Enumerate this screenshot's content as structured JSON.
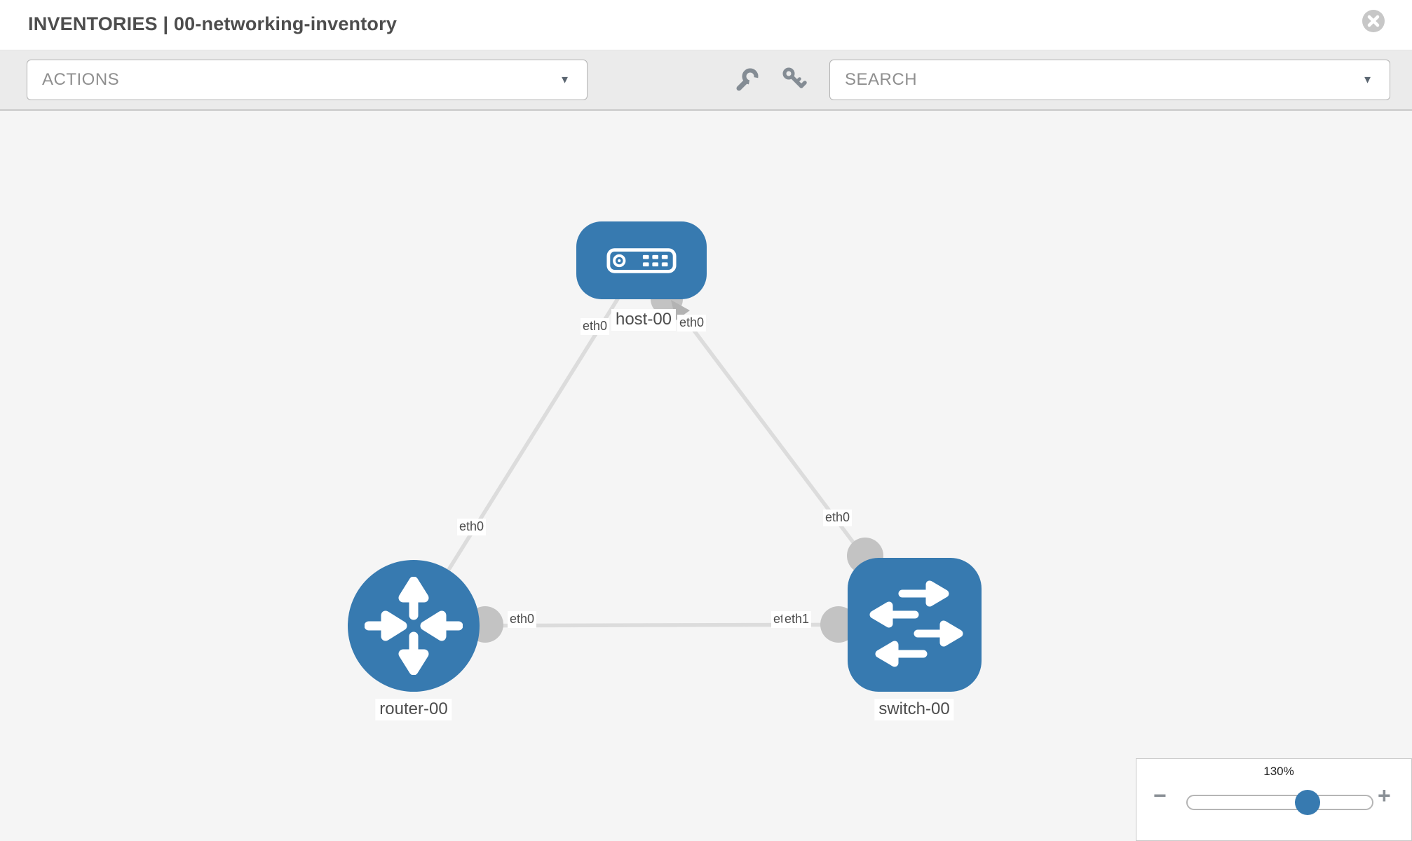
{
  "header": {
    "title": "INVENTORIES | 00-networking-inventory",
    "close_icon": "x-circle-icon"
  },
  "toolbar": {
    "actions_label": "ACTIONS",
    "search_label": "SEARCH",
    "caret": "▼",
    "icons": [
      {
        "name": "wrench-icon"
      },
      {
        "name": "key-icon"
      }
    ]
  },
  "topology": {
    "nodes": [
      {
        "label": "host-00",
        "type": "host"
      },
      {
        "label": "router-00",
        "type": "router"
      },
      {
        "label": "switch-00",
        "type": "switch"
      }
    ],
    "links": [
      {
        "from": "router-00",
        "to": "host-00"
      },
      {
        "from": "host-00",
        "to": "switch-00"
      },
      {
        "from": "router-00",
        "to": "switch-00"
      }
    ],
    "iface_labels": [
      {
        "text": "eth0"
      },
      {
        "text": "eth0"
      },
      {
        "text": "eth0"
      },
      {
        "text": "eth0"
      },
      {
        "text": "eth0"
      },
      {
        "text": "eth0"
      },
      {
        "text": "eth1"
      }
    ]
  },
  "zoom_control": {
    "value": "130%",
    "minus_label": "−",
    "plus_label": "+",
    "percent": 64
  },
  "colors": {
    "node_blue": "#377ab0",
    "link_gray": "#dcdcdc",
    "port_gray": "#c3c3c3",
    "canvas": "#f5f5f5",
    "toolbar_bg": "#ebebeb"
  }
}
